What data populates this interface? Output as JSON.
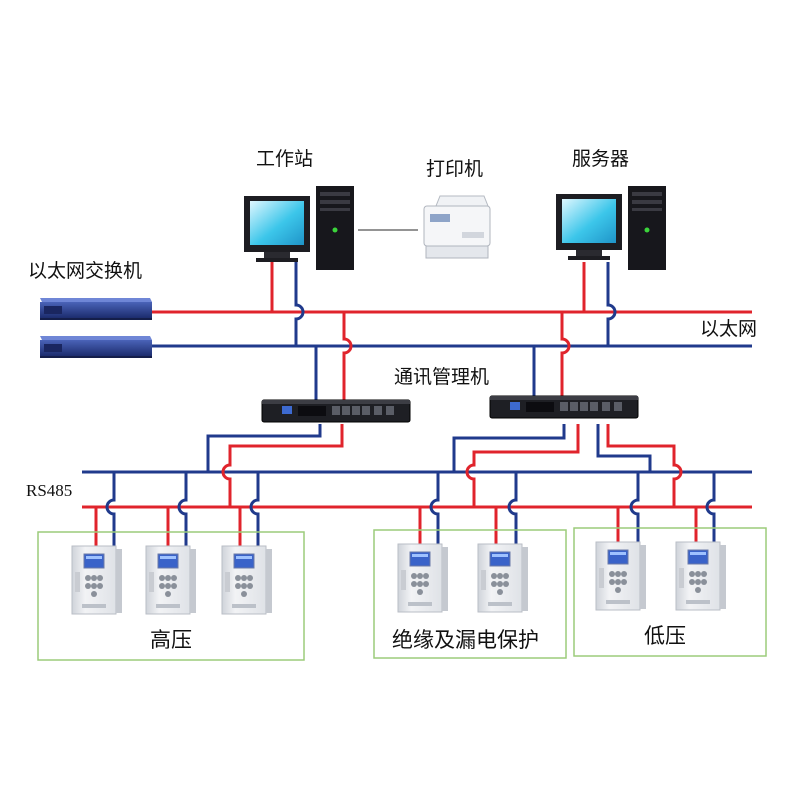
{
  "labels": {
    "workstation": "工作站",
    "printer": "打印机",
    "server": "服务器",
    "switch": "以太网交换机",
    "ethernet": "以太网",
    "comm_manager": "通讯管理机",
    "rs485": "RS485",
    "group_hv": "高压",
    "group_insulation": "绝缘及漏电保护",
    "group_lv": "低压"
  },
  "colors": {
    "red_line": "#e0242c",
    "blue_line": "#203a8c",
    "group_border": "#9ccc7a",
    "screen": "#35c8e8",
    "switch_body": "#2b3f8e",
    "device_body": "#e6e8ec"
  },
  "icons": [
    "monitor-icon",
    "pc-tower-icon",
    "printer-icon",
    "network-switch-icon",
    "comm-manager-icon",
    "protection-relay-icon"
  ]
}
